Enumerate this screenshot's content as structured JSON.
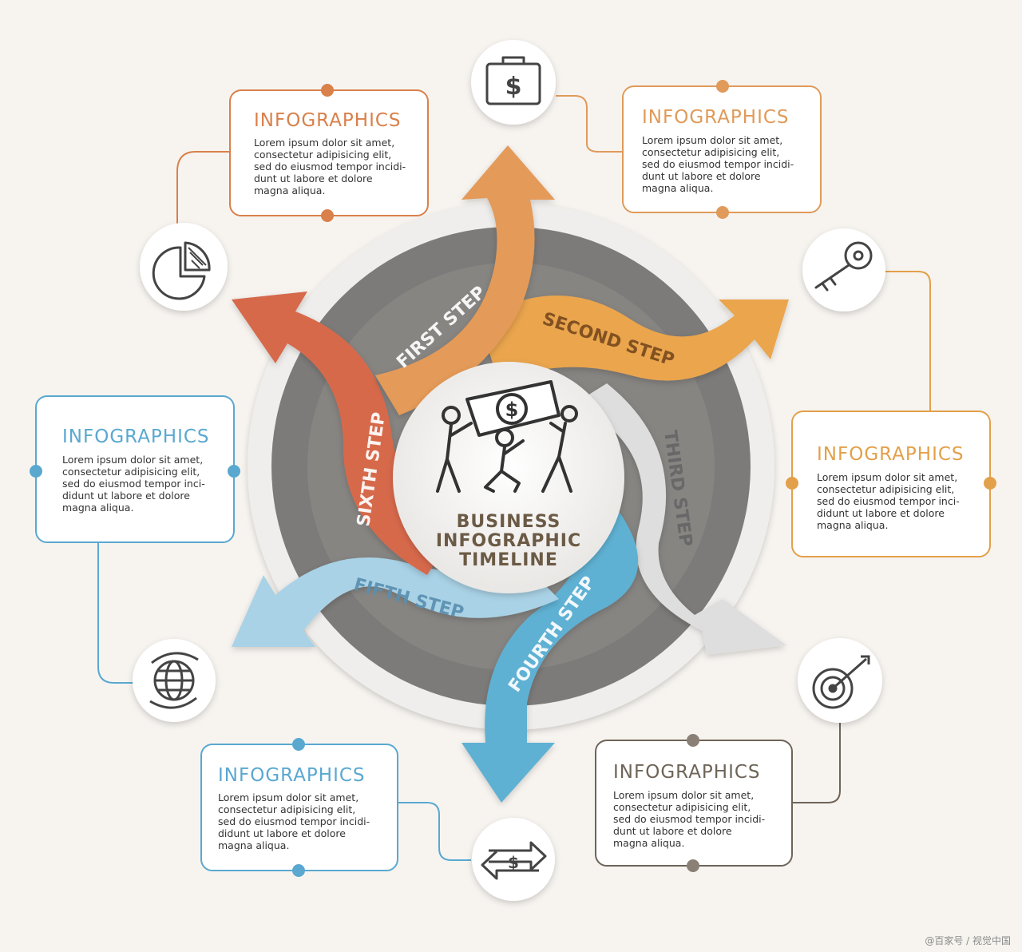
{
  "center": {
    "title_lines": [
      "BUSINESS",
      "INFOGRAPHIC",
      "TIMELINE"
    ],
    "icon": "business-people-carrying-money-icon"
  },
  "steps": [
    {
      "label": "FIRST STEP",
      "color": "#e49a58"
    },
    {
      "label": "SECOND STEP",
      "color": "#eaa54e"
    },
    {
      "label": "THIRD STEP",
      "color": "#dcdcdc"
    },
    {
      "label": "FOURTH STEP",
      "color": "#5fb1d3"
    },
    {
      "label": "FIFTH STEP",
      "color": "#a9d2e6"
    },
    {
      "label": "SIXTH STEP",
      "color": "#d7694b"
    }
  ],
  "boxes": [
    {
      "title": "INFOGRAPHICS",
      "color": "#d9804b",
      "lines": [
        "Lorem ipsum dolor sit amet,",
        "consectetur adipisicing elit,",
        "sed do eiusmod tempor incidi-",
        "dunt ut labore et dolore",
        "magna aliqua."
      ]
    },
    {
      "title": "INFOGRAPHICS",
      "color": "#e09a5a",
      "lines": [
        "Lorem ipsum dolor sit amet,",
        "consectetur adipisicing elit,",
        "sed do eiusmod tempor incidi-",
        "dunt ut labore et dolore",
        "magna aliqua."
      ]
    },
    {
      "title": "INFOGRAPHICS",
      "color": "#e3a04a",
      "lines": [
        "Lorem ipsum dolor sit amet,",
        "consectetur adipisicing elit,",
        "sed do eiusmod tempor inci-",
        "didunt ut labore et dolore",
        "magna aliqua."
      ]
    },
    {
      "title": "INFOGRAPHICS",
      "color": "#6e6458",
      "lines": [
        "Lorem ipsum dolor sit amet,",
        "consectetur adipisicing elit,",
        "sed do eiusmod tempor incidi-",
        "dunt ut labore et dolore",
        "magna aliqua."
      ]
    },
    {
      "title": "INFOGRAPHICS",
      "color": "#5aa8d0",
      "lines": [
        "Lorem ipsum dolor sit amet,",
        "consectetur adipisicing elit,",
        "sed do eiusmod tempor incidi-",
        "didunt ut labore et dolore",
        "magna aliqua."
      ]
    },
    {
      "title": "INFOGRAPHICS",
      "color": "#5aa8d0",
      "lines": [
        "Lorem ipsum dolor sit amet,",
        "consectetur adipisicing elit,",
        "sed do eiusmod tempor inci-",
        "didunt ut labore et dolore",
        "magna aliqua."
      ]
    }
  ],
  "icons": [
    "briefcase-dollar-icon",
    "key-icon",
    "target-arrow-icon",
    "money-exchange-icon",
    "globe-icon",
    "pie-chart-icon"
  ],
  "footer": "@百家号 / 视觉中国"
}
